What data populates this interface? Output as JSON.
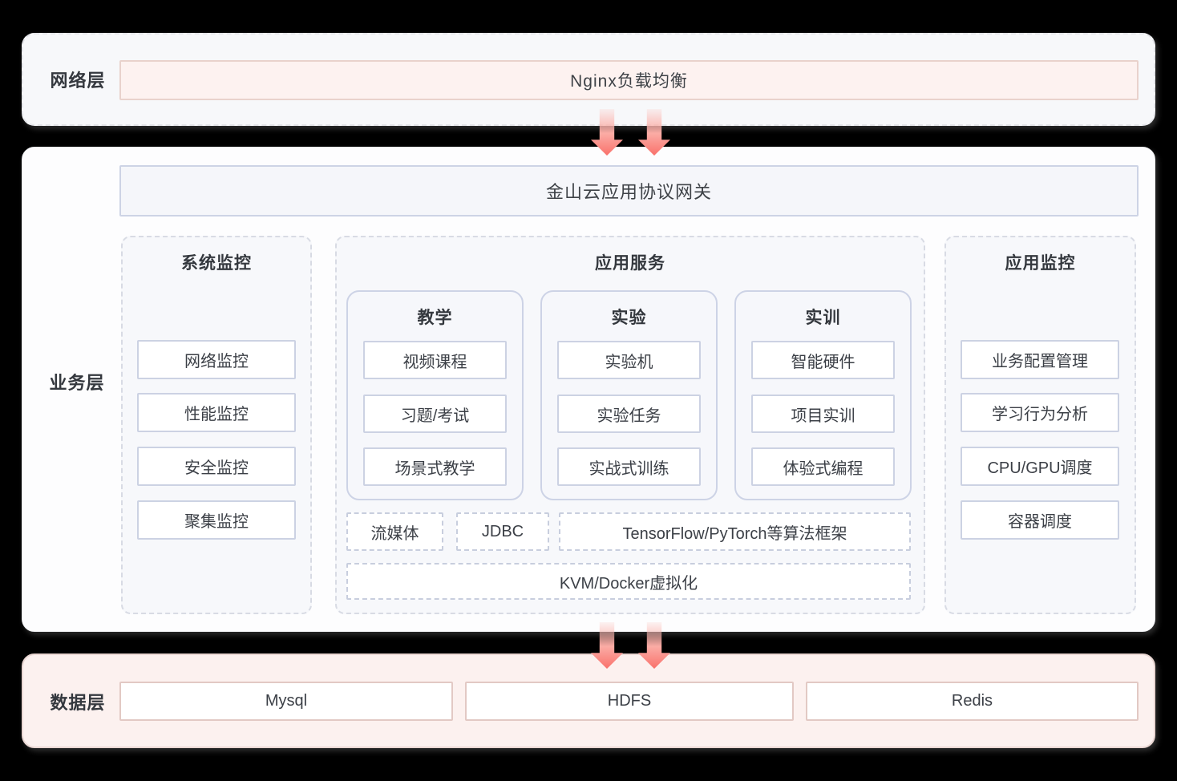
{
  "diagram": {
    "network": {
      "label": "网络层",
      "nginx": "Nginx负载均衡"
    },
    "business": {
      "label": "业务层",
      "gateway": "金山云应用协议网关",
      "sys_monitor": {
        "title": "系统监控",
        "boxes": [
          "网络监控",
          "性能监控",
          "安全监控",
          "聚集监控"
        ]
      },
      "app_service": {
        "title": "应用服务",
        "cards": [
          {
            "title": "教学",
            "boxes": [
              "视频课程",
              "习题/考试",
              "场景式教学"
            ]
          },
          {
            "title": "实验",
            "boxes": [
              "实验机",
              "实验任务",
              "实战式训练"
            ]
          },
          {
            "title": "实训",
            "boxes": [
              "智能硬件",
              "项目实训",
              "体验式编程"
            ]
          }
        ],
        "middleware": [
          "流媒体",
          "JDBC",
          "TensorFlow/PyTorch等算法框架"
        ],
        "virtualization": "KVM/Docker虚拟化"
      },
      "app_monitor": {
        "title": "应用监控",
        "boxes": [
          "业务配置管理",
          "学习行为分析",
          "CPU/GPU调度",
          "容器调度"
        ]
      }
    },
    "data": {
      "label": "数据层",
      "boxes": [
        "Mysql",
        "HDFS",
        "Redis"
      ]
    }
  },
  "colors": {
    "page_background": "#000000",
    "arrow_accent": "#f9716b",
    "network_panel_bg": "#f7f8fa",
    "nginx_box_bg": "#fdf2f0",
    "nginx_box_border": "#e9d2cc",
    "business_panel_bg": "#fdfdfe",
    "gateway_box_bg": "#f5f6fa",
    "lavender_border": "#ccd2e3",
    "dashed_section_border": "#d8dbe4",
    "data_panel_bg": "#fcf1ef",
    "data_box_border": "#e2c9c4",
    "text_dark": "#3b3f46"
  }
}
